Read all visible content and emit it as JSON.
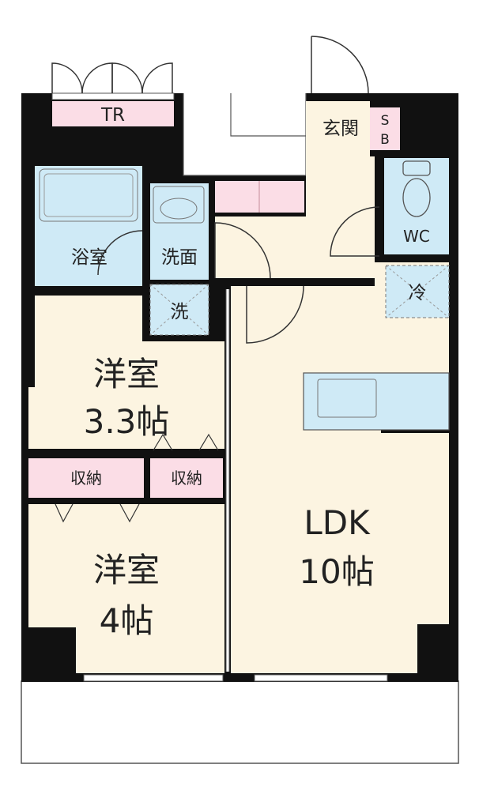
{
  "colors": {
    "wall": "#111111",
    "floor_main": "#fcf4e1",
    "floor_wet": "#cfeaf6",
    "storage": "#fbdde6",
    "outline": "#555555",
    "text": "#222222"
  },
  "rooms": {
    "western_small": {
      "name": "洋室",
      "size": "3.3帖"
    },
    "western_large": {
      "name": "洋室",
      "size": "4帖"
    },
    "ldk": {
      "name": "LDK",
      "size": "10帖"
    },
    "bath": "浴室",
    "washroom": "洗面",
    "laundry": "洗",
    "entrance": "玄関",
    "shoe_box": [
      "S",
      "B"
    ],
    "toilet": "WC",
    "fridge": "冷",
    "trunk_room": "TR",
    "closet_left": "収納",
    "closet_right": "収納"
  }
}
